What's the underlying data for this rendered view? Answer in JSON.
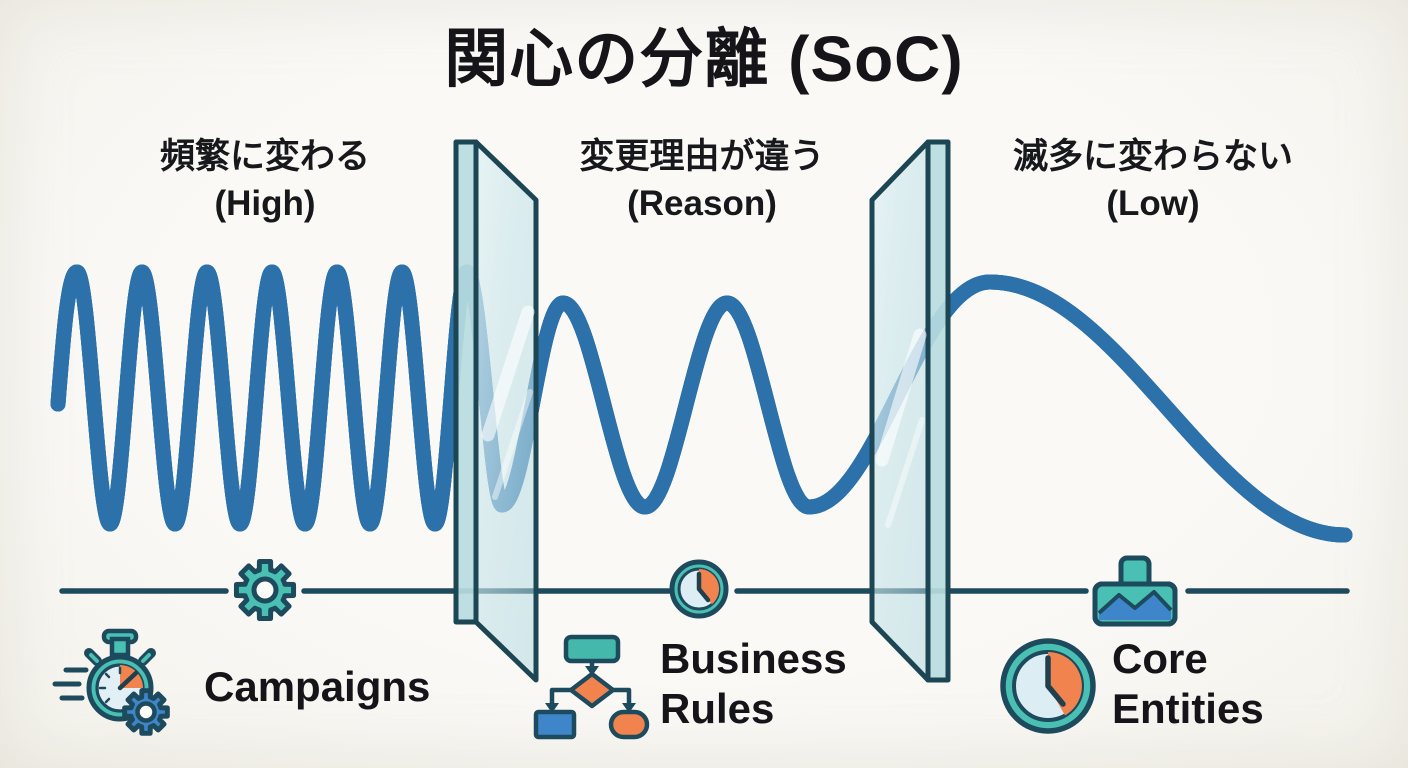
{
  "title": "関心の分離 (SoC)",
  "sections": [
    {
      "jp": "頻繁に変わる",
      "en": "(High)"
    },
    {
      "jp": "変更理由が違う",
      "en": "(Reason)"
    },
    {
      "jp": "滅多に変わらない",
      "en": "(Low)"
    }
  ],
  "items": [
    {
      "label": "Campaigns",
      "icon": "speeding-stopwatch-with-gear"
    },
    {
      "label": "Business\nRules",
      "icon": "flowchart"
    },
    {
      "label": "Core\nEntities",
      "icon": "clock"
    }
  ],
  "axis_markers": [
    {
      "icon": "gear",
      "zone": "left"
    },
    {
      "icon": "clock",
      "zone": "middle"
    },
    {
      "icon": "archive-stamp",
      "zone": "right"
    }
  ],
  "wave": {
    "meaning": "rate of change across separated concerns",
    "segments": [
      {
        "zone": "left",
        "frequency": "high",
        "cycles": 7
      },
      {
        "zone": "middle",
        "frequency": "medium",
        "cycles": 2.5
      },
      {
        "zone": "right",
        "frequency": "low",
        "cycles": 0.5
      }
    ],
    "dividers": 2
  },
  "colors": {
    "wave_blue": "#3F8CCA",
    "teal": "#4ABFB3",
    "orange": "#F0834E",
    "outline": "#1D4A5C",
    "glass": "#CDE6EA",
    "background": "#F8F7F3",
    "text": "#17181A"
  }
}
